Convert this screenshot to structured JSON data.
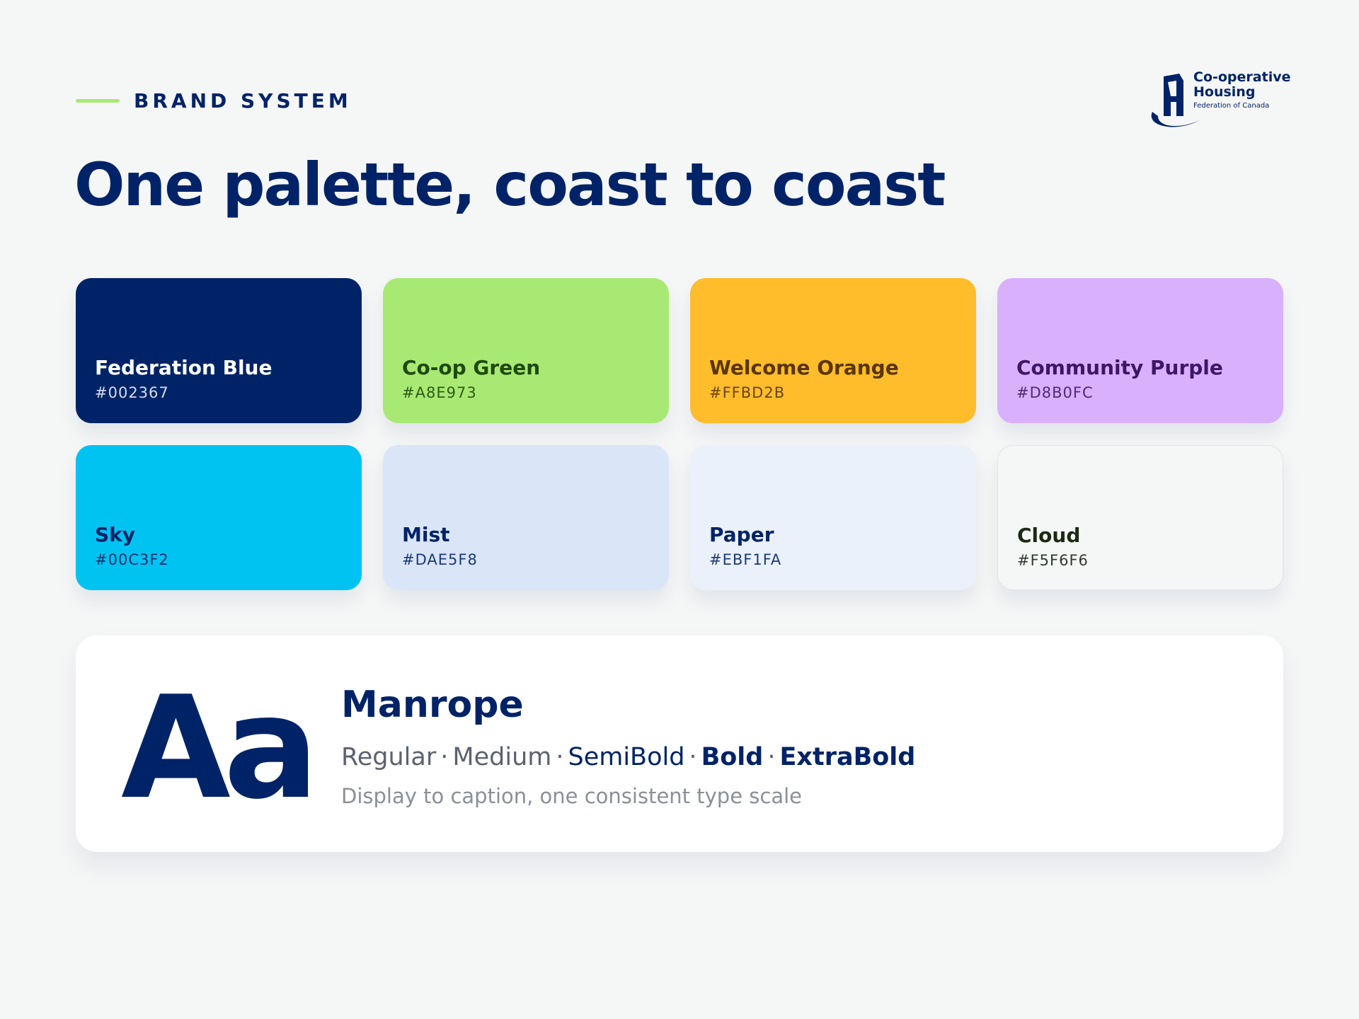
{
  "header": {
    "eyebrow": "BRAND SYSTEM",
    "title": "One palette, coast to coast"
  },
  "logo": {
    "icon": "house-swoosh-icon",
    "line1": "Co-operative",
    "line2": "Housing",
    "line3": "Federation of Canada"
  },
  "swatches": [
    {
      "name": "Federation Blue",
      "hex": "#002367",
      "bg": "#002367",
      "fg": "#FFFFFF",
      "hex_fg": "#D6DDF0"
    },
    {
      "name": "Co-op Green",
      "hex": "#A8E973",
      "bg": "#A8E973",
      "fg": "#1F4A0B",
      "hex_fg": "#2F5A18"
    },
    {
      "name": "Welcome Orange",
      "hex": "#FFBD2B",
      "bg": "#FFBD2B",
      "fg": "#5A3500",
      "hex_fg": "#6B4408"
    },
    {
      "name": "Community Purple",
      "hex": "#D8B0FC",
      "bg": "#D8B0FC",
      "fg": "#3C1766",
      "hex_fg": "#4E2A78"
    },
    {
      "name": "Sky",
      "hex": "#00C3F2",
      "bg": "#00C3F2",
      "fg": "#002367",
      "hex_fg": "#0A2F6E"
    },
    {
      "name": "Mist",
      "hex": "#DAE5F8",
      "bg": "#DAE5F8",
      "fg": "#002367",
      "hex_fg": "#1B3A78"
    },
    {
      "name": "Paper",
      "hex": "#EBF1FA",
      "bg": "#EBF1FA",
      "fg": "#002367",
      "hex_fg": "#1B3A78"
    },
    {
      "name": "Cloud",
      "hex": "#F5F6F6",
      "bg": "#F5F6F6",
      "fg": "#1C2A12",
      "hex_fg": "#333A33"
    }
  ],
  "typography": {
    "specimen": "Aa",
    "font_name": "Manrope",
    "weights": [
      "Regular",
      "Medium",
      "SemiBold",
      "Bold",
      "ExtraBold"
    ],
    "separator": "·",
    "description": "Display to caption, one consistent type scale"
  },
  "colors": {
    "brand_blue": "#002367",
    "accent_green": "#A8E973",
    "background": "#F5F6F6"
  }
}
